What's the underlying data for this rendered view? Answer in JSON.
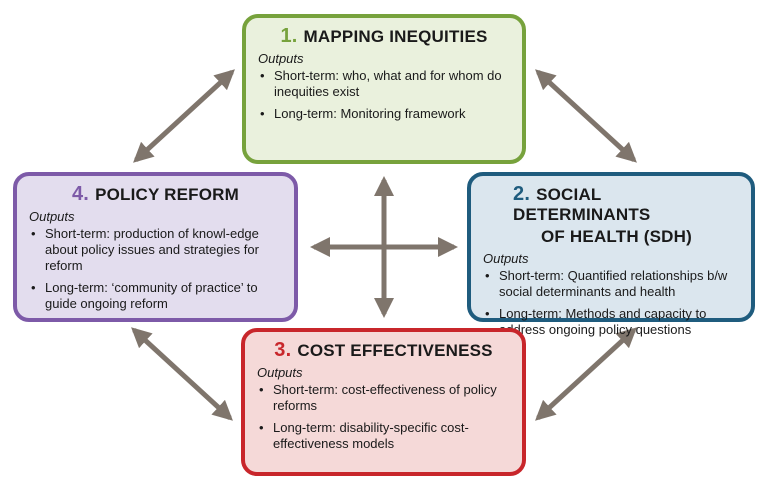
{
  "colors": {
    "arrow": "#7f756c",
    "box1_num": "#77a23c",
    "box2_num": "#1f5c7e",
    "box3_num": "#c8262b",
    "box4_num": "#7d5aa8"
  },
  "box1": {
    "number": "1.",
    "title": "MAPPING INEQUITIES",
    "outputs_label": "Outputs",
    "items": [
      "Short-term:  who, what and for whom do inequities exist",
      "Long-term: Monitoring framework"
    ]
  },
  "box2": {
    "number": "2.",
    "title_line1": "SOCIAL DETERMINANTS",
    "title_line2": "OF HEALTH (SDH)",
    "outputs_label": "Outputs",
    "items": [
      "Short-term: Quantified relationships b/w social determinants and health",
      "Long-term: Methods and capacity to address ongoing policy questions"
    ]
  },
  "box3": {
    "number": "3.",
    "title": "COST EFFECTIVENESS",
    "outputs_label": "Outputs",
    "items": [
      "Short-term: cost-effectiveness of policy reforms",
      "Long-term: disability-specific cost-effectiveness models"
    ]
  },
  "box4": {
    "number": "4.",
    "title": "POLICY REFORM",
    "outputs_label": "Outputs",
    "items": [
      "Short-term: production of knowl-edge about policy issues and strategies for reform",
      "Long-term: ‘community of practice’ to guide ongoing reform"
    ]
  }
}
